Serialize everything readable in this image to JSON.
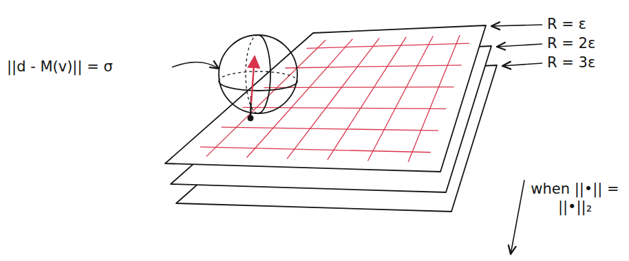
{
  "diagram": {
    "labels": [
      "||d - M(v)|| = σ",
      "R = ε",
      "R = 2ε",
      "R = 3ε",
      "when ||•|| = ||•||₂"
    ]
  }
}
